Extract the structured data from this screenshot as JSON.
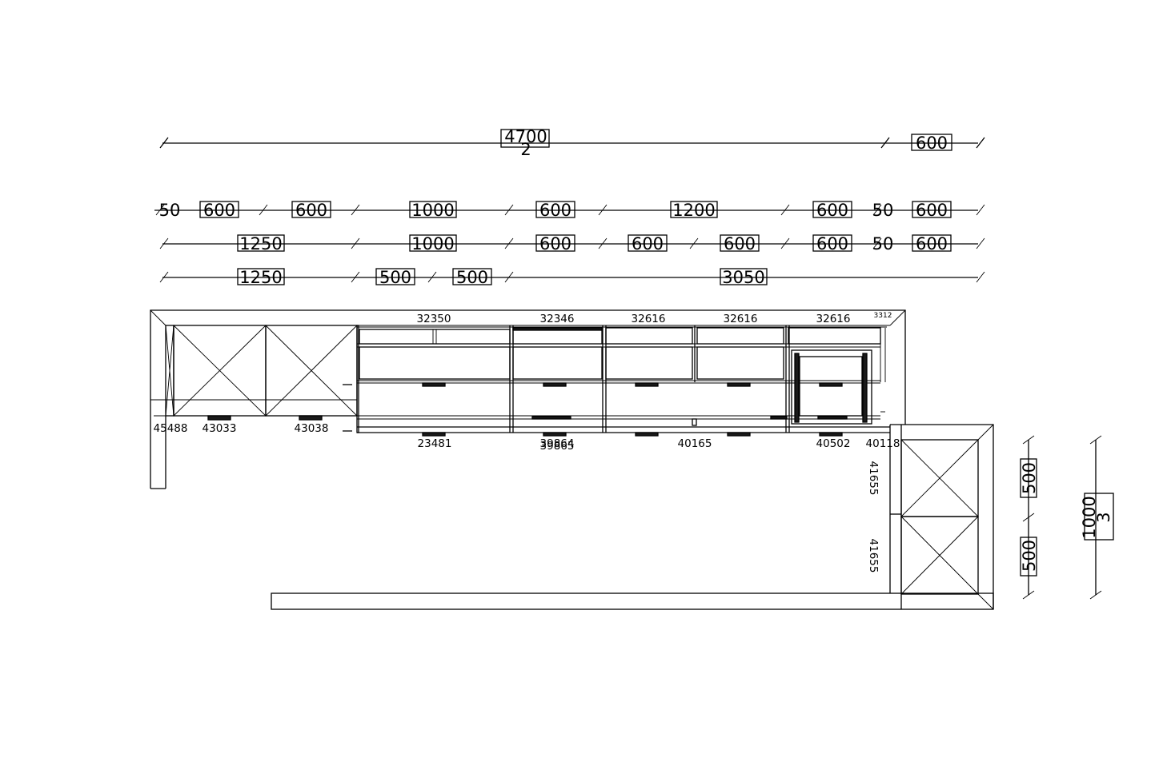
{
  "drawing": {
    "dimensions": {
      "row1": {
        "main": "4700",
        "sub": "2",
        "side": "600"
      },
      "row2": [
        "50",
        "600",
        "600",
        "1000",
        "600",
        "1200",
        "600",
        "50",
        "600"
      ],
      "row3": [
        "1250",
        "1000",
        "600",
        "600",
        "600",
        "600",
        "50",
        "600"
      ],
      "row4": [
        "1250",
        "500",
        "500",
        "3050"
      ],
      "right": {
        "upper": "500",
        "lower": "500",
        "total": "1000",
        "sub": "3"
      }
    },
    "article_codes": {
      "wall_units": [
        "32350",
        "32346",
        "32616",
        "32616",
        "32616",
        "3312"
      ],
      "base_units": [
        "45488",
        "43033",
        "43038",
        "23481",
        "39864",
        "39865",
        "40165",
        "40502",
        "40118"
      ],
      "corner_units": [
        "41655",
        "41655"
      ]
    }
  }
}
